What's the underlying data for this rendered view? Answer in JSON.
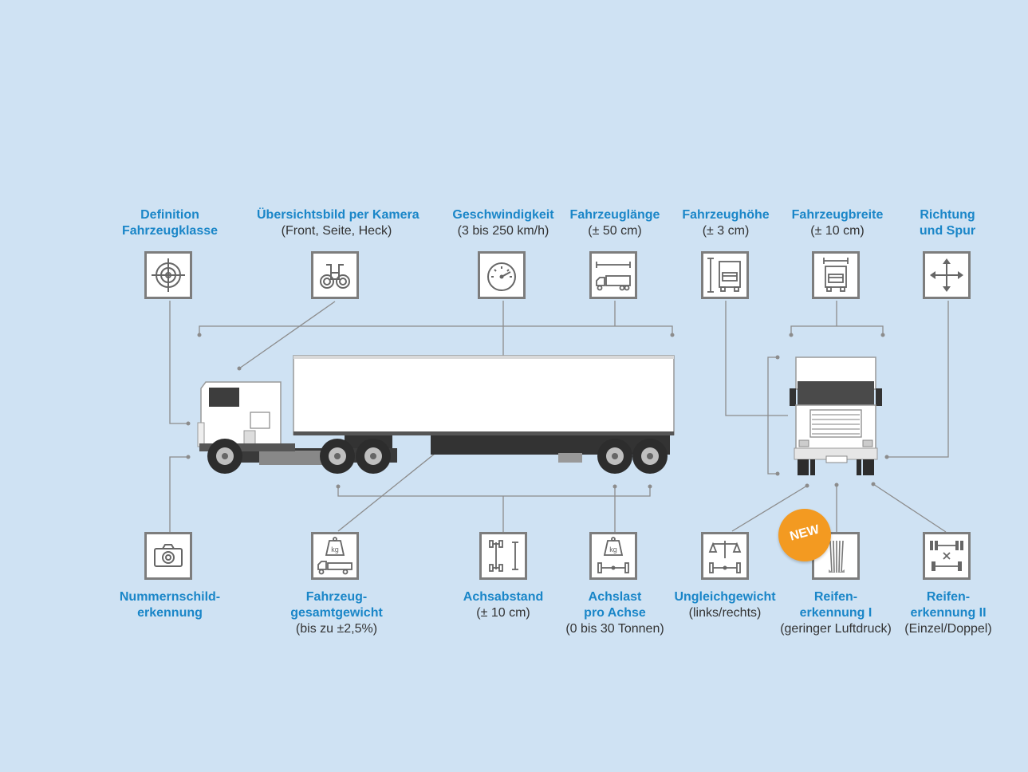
{
  "labels": {
    "klasse": {
      "title": [
        "Definition",
        "Fahrzeugklasse"
      ],
      "sub": []
    },
    "kamera": {
      "title": [
        "Übersichtsbild per Kamera"
      ],
      "sub": [
        "(Front, Seite, Heck)"
      ]
    },
    "geschw": {
      "title": [
        "Geschwindigkeit"
      ],
      "sub": [
        "(3 bis 250 km/h)"
      ]
    },
    "laenge": {
      "title": [
        "Fahrzeuglänge"
      ],
      "sub": [
        "(± 50 cm)"
      ]
    },
    "hoehe": {
      "title": [
        "Fahrzeughöhe"
      ],
      "sub": [
        "(± 3 cm)"
      ]
    },
    "breite": {
      "title": [
        "Fahrzeugbreite"
      ],
      "sub": [
        "(± 10 cm)"
      ]
    },
    "richtung": {
      "title": [
        "Richtung",
        "und Spur"
      ],
      "sub": []
    },
    "nummer": {
      "title": [
        "Nummernschild-",
        "erkennung"
      ],
      "sub": []
    },
    "gewicht": {
      "title": [
        "Fahrzeug-",
        "gesamtgewicht"
      ],
      "sub": [
        "(bis zu ±2,5%)"
      ]
    },
    "achsab": {
      "title": [
        "Achsabstand"
      ],
      "sub": [
        "(± 10 cm)"
      ]
    },
    "achslast": {
      "title": [
        "Achslast",
        "pro Achse"
      ],
      "sub": [
        "(0 bis 30 Tonnen)"
      ]
    },
    "ungleich": {
      "title": [
        "Ungleichgewicht"
      ],
      "sub": [
        "(links/rechts)"
      ]
    },
    "reifen1": {
      "title": [
        "Reifen-",
        "erkennung I"
      ],
      "sub": [
        "(geringer Luftdruck)"
      ]
    },
    "reifen2": {
      "title": [
        "Reifen-",
        "erkennung II"
      ],
      "sub": [
        "(Einzel/Doppel)"
      ]
    }
  },
  "icons": {
    "klasse": "crosshair-icon",
    "kamera": "binoculars-icon",
    "geschw": "speedometer-icon",
    "laenge": "truck-length-icon",
    "hoehe": "truck-height-icon",
    "breite": "truck-width-icon",
    "richtung": "direction-arrows-icon",
    "nummer": "camera-icon",
    "gewicht": "weight-truck-icon",
    "achsab": "axle-distance-icon",
    "achslast": "axle-weight-icon",
    "ungleich": "balance-scale-icon",
    "reifen1": "tire-icon",
    "reifen2": "twin-tire-icon"
  },
  "badge": {
    "text": "NEW"
  },
  "colors": {
    "background": "#cfe2f3",
    "title": "#1a86c8",
    "badge": "#f39a21",
    "line": "#8c8c8c"
  }
}
